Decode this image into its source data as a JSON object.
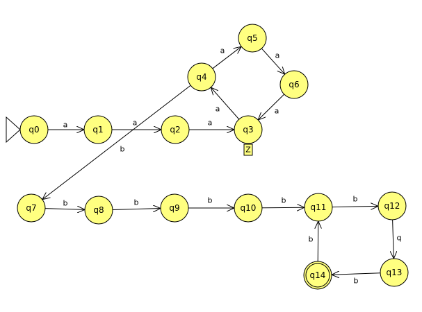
{
  "diagram": {
    "states": [
      {
        "id": "q0",
        "label": "q0",
        "initial": true,
        "final": false
      },
      {
        "id": "q1",
        "label": "q1",
        "initial": false,
        "final": false
      },
      {
        "id": "q2",
        "label": "q2",
        "initial": false,
        "final": false
      },
      {
        "id": "q3",
        "label": "q3",
        "initial": false,
        "final": false,
        "note": "Z"
      },
      {
        "id": "q4",
        "label": "q4",
        "initial": false,
        "final": false
      },
      {
        "id": "q5",
        "label": "q5",
        "initial": false,
        "final": false
      },
      {
        "id": "q6",
        "label": "q6",
        "initial": false,
        "final": false
      },
      {
        "id": "q7",
        "label": "q7",
        "initial": false,
        "final": false
      },
      {
        "id": "q8",
        "label": "q8",
        "initial": false,
        "final": false
      },
      {
        "id": "q9",
        "label": "q9",
        "initial": false,
        "final": false
      },
      {
        "id": "q10",
        "label": "q10",
        "initial": false,
        "final": false
      },
      {
        "id": "q11",
        "label": "q11",
        "initial": false,
        "final": false
      },
      {
        "id": "q12",
        "label": "q12",
        "initial": false,
        "final": false
      },
      {
        "id": "q13",
        "label": "q13",
        "initial": false,
        "final": false
      },
      {
        "id": "q14",
        "label": "q14",
        "initial": false,
        "final": true
      }
    ],
    "transitions": [
      {
        "from": "q0",
        "to": "q1",
        "label": "a"
      },
      {
        "from": "q1",
        "to": "q2",
        "label": "a"
      },
      {
        "from": "q2",
        "to": "q3",
        "label": "a"
      },
      {
        "from": "q3",
        "to": "q4",
        "label": "a"
      },
      {
        "from": "q4",
        "to": "q5",
        "label": "a"
      },
      {
        "from": "q5",
        "to": "q6",
        "label": "a"
      },
      {
        "from": "q6",
        "to": "q3",
        "label": "a"
      },
      {
        "from": "q4",
        "to": "q7",
        "label": "b"
      },
      {
        "from": "q7",
        "to": "q8",
        "label": "b"
      },
      {
        "from": "q8",
        "to": "q9",
        "label": "b"
      },
      {
        "from": "q9",
        "to": "q10",
        "label": "b"
      },
      {
        "from": "q10",
        "to": "q11",
        "label": "b"
      },
      {
        "from": "q11",
        "to": "q12",
        "label": "b"
      },
      {
        "from": "q12",
        "to": "q13",
        "label": "q"
      },
      {
        "from": "q13",
        "to": "q14",
        "label": "b"
      },
      {
        "from": "q14",
        "to": "q11",
        "label": "b"
      }
    ]
  },
  "colors": {
    "state_fill": "#ffff80",
    "stroke": "#000000",
    "background": "#ffffff"
  }
}
